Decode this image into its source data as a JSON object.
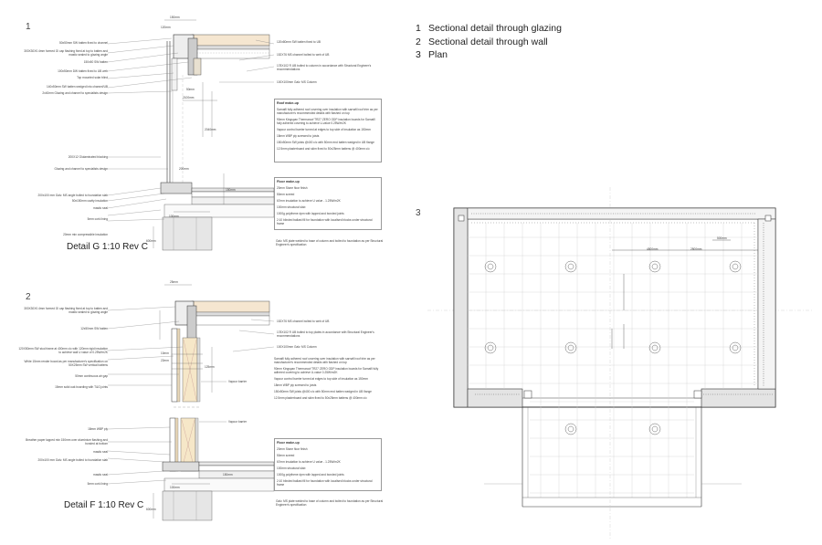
{
  "legend": {
    "items": [
      {
        "num": "1",
        "label": "Sectional detail through glazing"
      },
      {
        "num": "2",
        "label": "Sectional detail through wall"
      },
      {
        "num": "3",
        "label": "Plan"
      }
    ]
  },
  "panels": {
    "p1": {
      "num": "1",
      "caption": "Detail G 1:10 Rev C"
    },
    "p2": {
      "num": "2",
      "caption": "Detail F 1:10 Rev C"
    },
    "p3": {
      "num": "3"
    }
  },
  "detail_g": {
    "left_notes": [
      "50x50mm SW batten fixed to channel",
      "300X30X0.4mm formed GI cap flashing fixed at top to batten and mastic sealed to glazing angle",
      "150x50 SW batten",
      "100x50mm DW batten fixed to UB web",
      "Top mounted solar blind",
      "140x50mm SW batten wedged into channel/UB",
      "2x40mm Glazing and channel to specialists design",
      "200X12 Glulaminated blocking",
      "Glazing and channel to specialists design",
      "200x100 mm Galv. MS angle bolted to foundation slab",
      "50x150mm cavity insulation",
      "mastic seal",
      "5mm cork lining",
      "20mm min compressible insulation"
    ],
    "right_notes": [
      "120x80mm SW batten fixed to UB",
      "152X76 MS channel bolted to web of UB",
      "178X102 R UB bolted to column in accordance with Structural Engineer's recommendations",
      "100X100mm Galv. MS Column"
    ],
    "roof_makeup": {
      "title": "Roof make-up",
      "lines": [
        "Sarnafil fully adhered roof covering over insulation with sarnafil roof trim as per manufacturer's recommended details with flashed on top",
        "90mm Kingspan Thermaroof TR27 ZERO ODP insulation boards for Sarnafil fully adhered covering to achieve U-value 0.25W/m2K",
        "Vapour control barrier turned at edges to top side of insulation as 150mm",
        "18mm WBP ply screwed to joists",
        "150x50mm SW joists @400 c/c with 50mm end batten wedged in UB flange",
        "12.5mm plasterboard and skim fixed to 50x25mm battens @ 400mm c/c"
      ]
    },
    "floor_makeup": {
      "title": "Floor make-up",
      "lines": [
        "20mm Stone floor finish",
        "50mm screed",
        "67mm insulation to achieve U value - 1.25W/m2K",
        "100mm structural slab",
        "1000g polythene dpm with lapped and bonded joints",
        "2:10 blinded ballast fill for foundation with localised blocks under structural frame"
      ]
    },
    "foot_note": "Galv. MS plate welded to base of column and bolted to foundation as per Structural Engineer's specification",
    "dims": [
      "150mm",
      "120mm",
      "50mm",
      "2100mm",
      "200mm",
      "2040mm",
      "100mm",
      "150mm",
      "600mm"
    ]
  },
  "detail_f": {
    "left_notes": [
      "300X30X0.4mm formed GI cap flashing fixed at top to batten and mastic sealed to glazing angle",
      "12x50mm SW batten",
      "120X50mm SW stud frame at 400mm c/c with 120mm rigid insulation to achieve wall U value of 0.25W/m2K",
      "White 15mm render board as per manufacturer's specification on 50X25mm SW vertical battens",
      "50mm continuous air gap",
      "15mm solid oak boarding with T&G joints",
      "18mm WBP ply",
      "Breather paper lapped min 150mm over aluminium flashing and bonded at bottom",
      "mastic seal",
      "200x100 mm Galv. MS angle bolted to foundation slab",
      "mastic seal",
      "5mm cork lining"
    ],
    "right_notes": [
      "152X76 MS channel bolted to web of UB",
      "178X102 R UB bolted to top plates in accordance with Structural Engineer's recommendations",
      "100X100mm Galv. MS Column",
      "Vapour barrier"
    ],
    "roof_makeup": {
      "lines": [
        "Sarnafil fully adhered roof covering over insulation with sarnafil roof trim as per manufacturer's recommended details with flashed on top",
        "90mm Kingspan Thermaroof TR27 ZERO ODP insulation boards for Sarnafil fully adhered covering to achieve U-value 0.25W/m2K",
        "Vapour control barrier turned at edges to top side of insulation as 150mm",
        "18mm WBP ply screwed to joists",
        "150x50mm SW joists @400 c/c with 50mm end batten wedged in UB flange",
        "12.5mm plasterboard and skim fixed to 50x25mm battens @ 400mm c/c"
      ]
    },
    "floor_makeup": {
      "title": "Floor make-up",
      "lines": [
        "20mm Stone floor finish",
        "50mm screed",
        "67mm insulation to achieve U value - 1.25W/m2K",
        "100mm structural slab",
        "1000g polythene dpm with lapped and bonded joints",
        "2:10 blinded ballast fill for foundation with localised blocks under structural frame"
      ]
    },
    "foot_note": "Galv. MS plate welded to base of column and bolted to foundation as per Structural Engineer's specification",
    "dims": [
      "25mm",
      "10mm",
      "22mm",
      "125mm",
      "100mm",
      "150mm",
      "600mm"
    ]
  },
  "plan": {
    "dims": [
      "500mm",
      "4800mm",
      "2800mm"
    ]
  }
}
